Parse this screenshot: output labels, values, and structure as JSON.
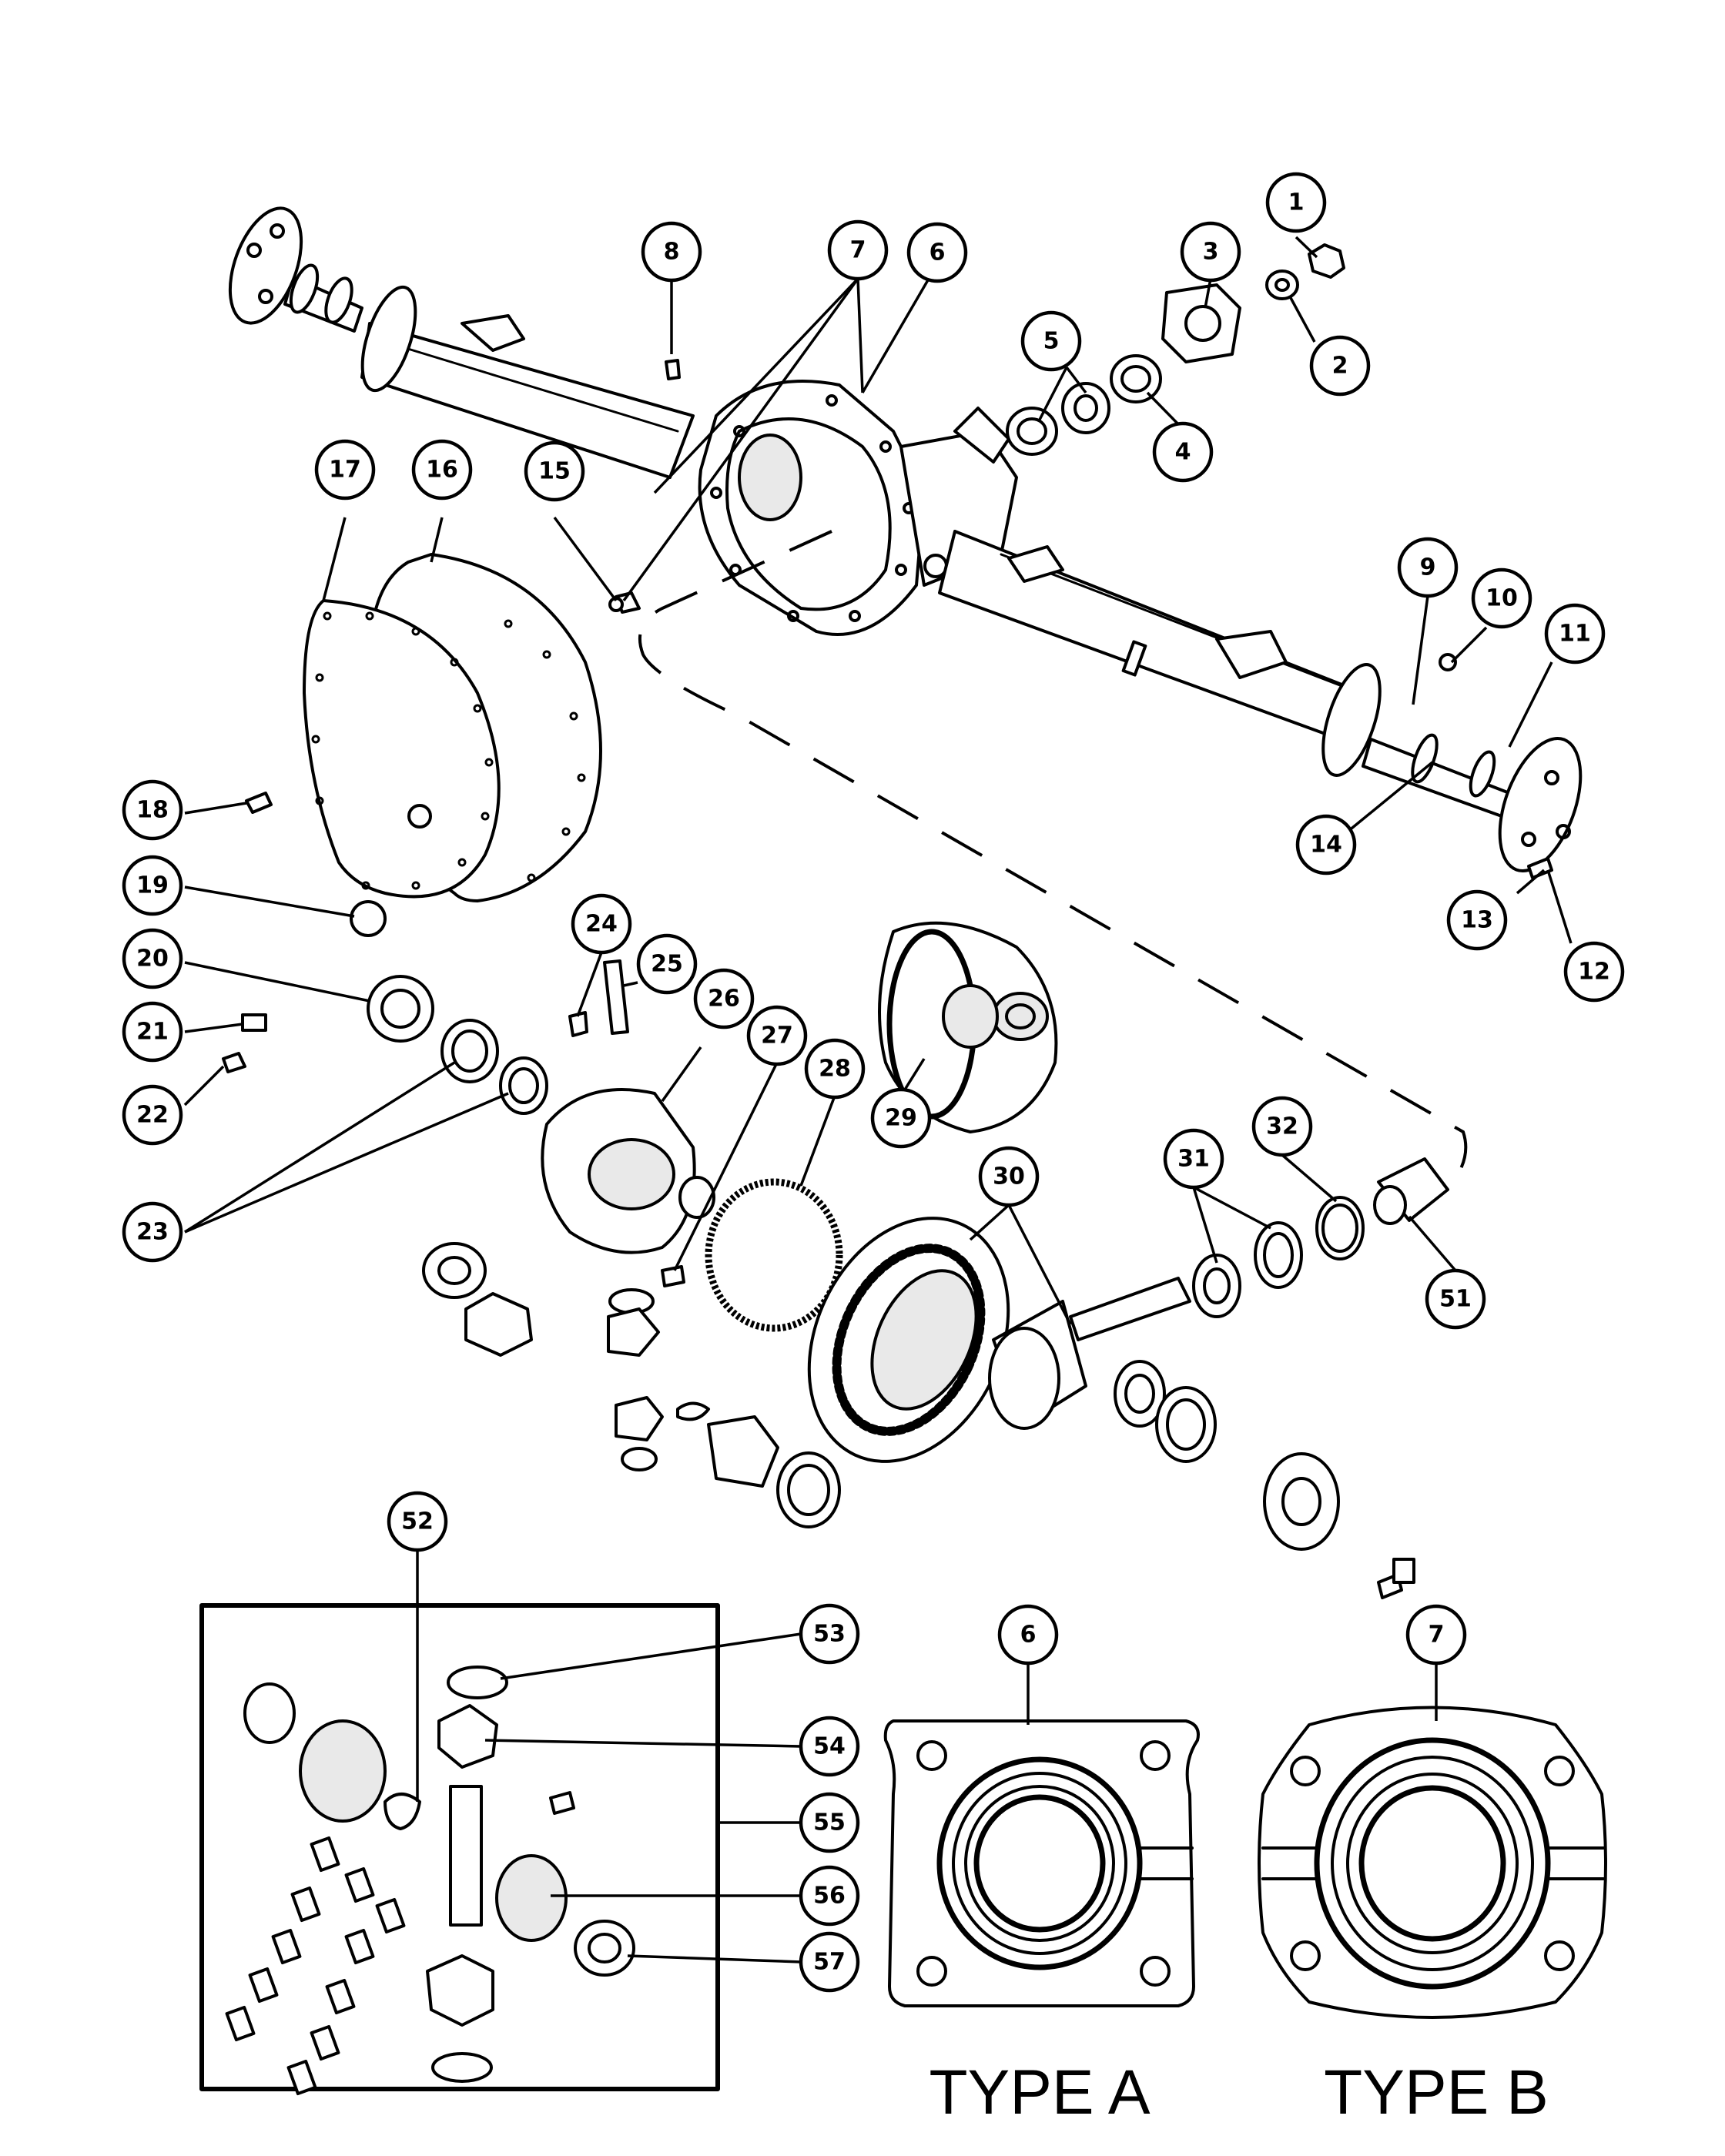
{
  "callouts": [
    {
      "id": "1",
      "label": "1"
    },
    {
      "id": "2",
      "label": "2"
    },
    {
      "id": "3",
      "label": "3"
    },
    {
      "id": "4",
      "label": "4"
    },
    {
      "id": "5",
      "label": "5"
    },
    {
      "id": "6",
      "label": "6"
    },
    {
      "id": "7",
      "label": "7"
    },
    {
      "id": "8",
      "label": "8"
    },
    {
      "id": "9",
      "label": "9"
    },
    {
      "id": "10",
      "label": "10"
    },
    {
      "id": "11",
      "label": "11"
    },
    {
      "id": "12",
      "label": "12"
    },
    {
      "id": "13",
      "label": "13"
    },
    {
      "id": "14",
      "label": "14"
    },
    {
      "id": "15",
      "label": "15"
    },
    {
      "id": "16",
      "label": "16"
    },
    {
      "id": "17",
      "label": "17"
    },
    {
      "id": "18",
      "label": "18"
    },
    {
      "id": "19",
      "label": "19"
    },
    {
      "id": "20",
      "label": "20"
    },
    {
      "id": "21",
      "label": "21"
    },
    {
      "id": "22",
      "label": "22"
    },
    {
      "id": "23",
      "label": "23"
    },
    {
      "id": "24",
      "label": "24"
    },
    {
      "id": "25",
      "label": "25"
    },
    {
      "id": "26",
      "label": "26"
    },
    {
      "id": "27",
      "label": "27"
    },
    {
      "id": "28",
      "label": "28"
    },
    {
      "id": "29",
      "label": "29"
    },
    {
      "id": "30",
      "label": "30"
    },
    {
      "id": "31",
      "label": "31"
    },
    {
      "id": "32",
      "label": "32"
    },
    {
      "id": "51",
      "label": "51"
    },
    {
      "id": "52",
      "label": "52"
    },
    {
      "id": "53",
      "label": "53"
    },
    {
      "id": "54",
      "label": "54"
    },
    {
      "id": "55",
      "label": "55"
    },
    {
      "id": "56",
      "label": "56"
    },
    {
      "id": "57",
      "label": "57"
    },
    {
      "id": "6b",
      "label": "6"
    },
    {
      "id": "7b",
      "label": "7"
    }
  ],
  "type_labels": {
    "type_a": "TYPE A",
    "type_b": "TYPE B"
  }
}
